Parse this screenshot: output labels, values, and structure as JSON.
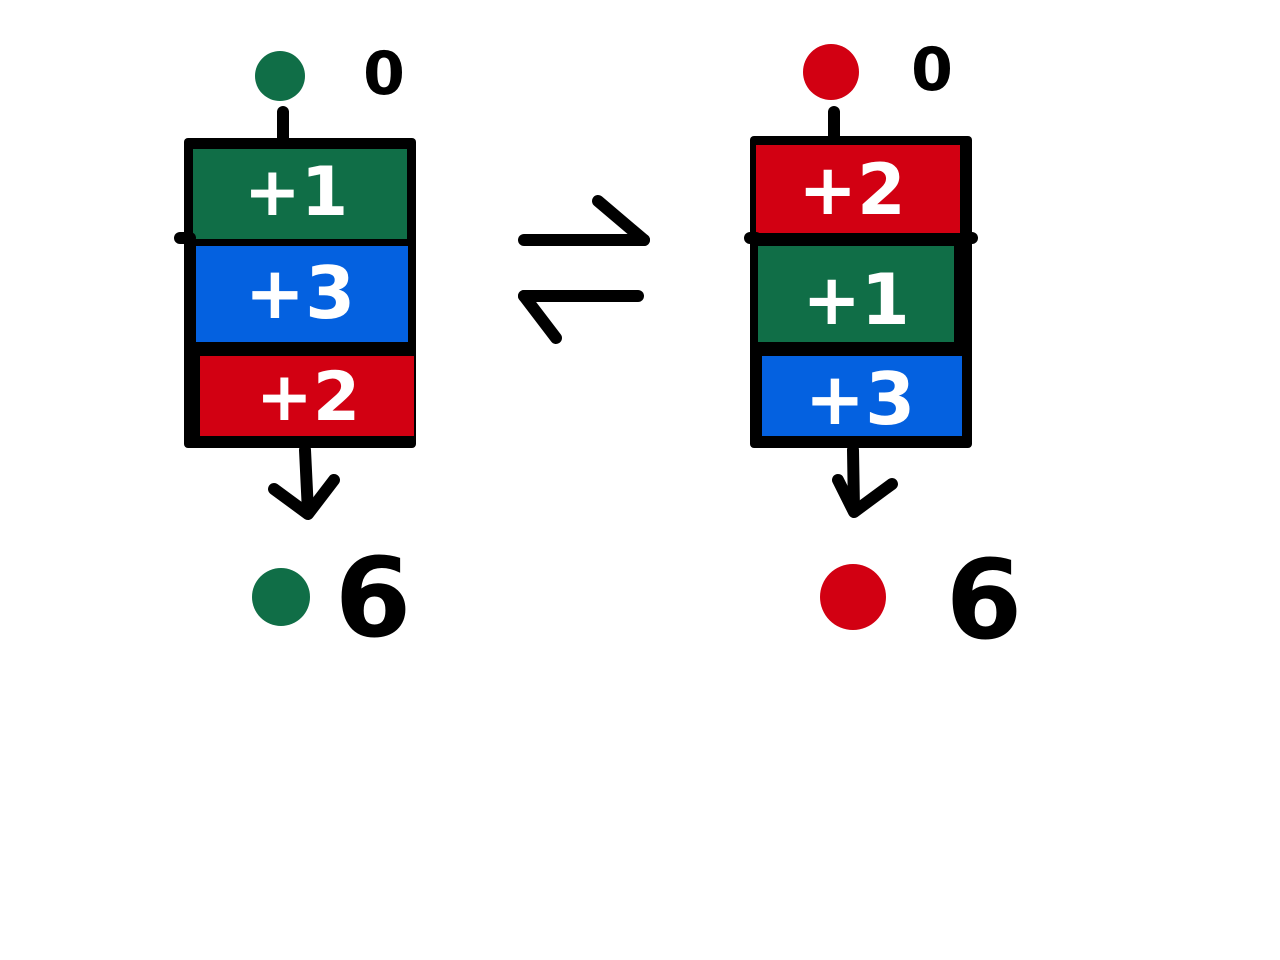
{
  "colors": {
    "green": "#106e47",
    "blue": "#0461e0",
    "red": "#d20012",
    "ink": "#000000",
    "label": "#ffffff"
  },
  "left_pipeline": {
    "input_dot_color": "green",
    "input_value": "0",
    "output_dot_color": "green",
    "output_value": "6",
    "stages": [
      {
        "label": "+1",
        "color": "green"
      },
      {
        "label": "+3",
        "color": "blue"
      },
      {
        "label": "+2",
        "color": "red"
      }
    ]
  },
  "right_pipeline": {
    "input_dot_color": "red",
    "input_value": "0",
    "output_dot_color": "red",
    "output_value": "6",
    "stages": [
      {
        "label": "+2",
        "color": "red"
      },
      {
        "label": "+1",
        "color": "green"
      },
      {
        "label": "+3",
        "color": "blue"
      }
    ]
  },
  "equivalence_symbol": "harpoons-left-right"
}
